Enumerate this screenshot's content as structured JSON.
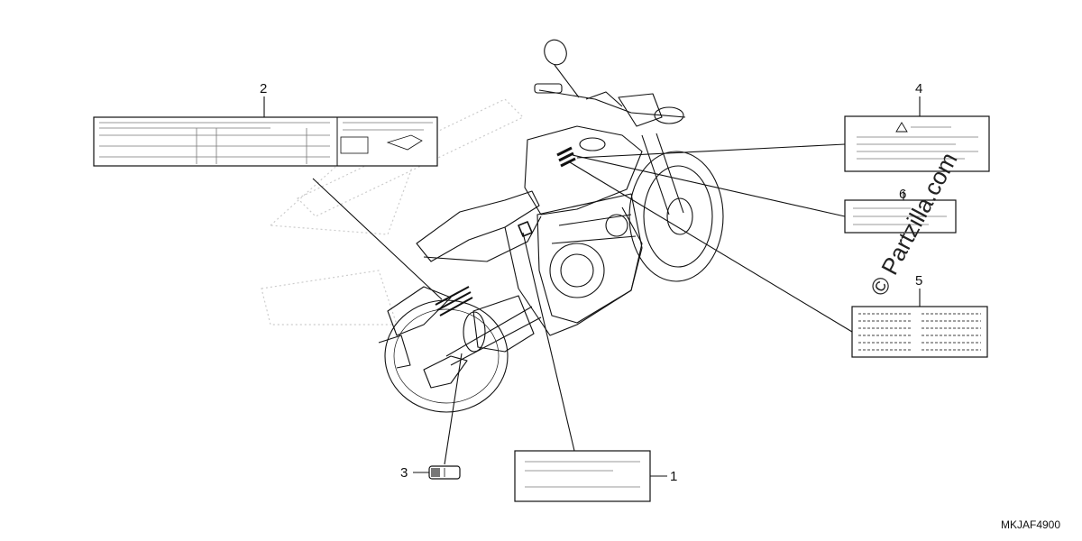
{
  "diagram": {
    "callouts": [
      {
        "id": "1",
        "label": "1"
      },
      {
        "id": "2",
        "label": "2"
      },
      {
        "id": "3",
        "label": "3"
      },
      {
        "id": "4",
        "label": "4"
      },
      {
        "id": "5",
        "label": "5"
      },
      {
        "id": "6",
        "label": "6"
      }
    ],
    "diagram_code": "MKJAF4900",
    "watermark": "© Partzilla.com",
    "colors": {
      "ink": "#111111",
      "faint": "#bbbbbb",
      "background": "#ffffff"
    }
  }
}
